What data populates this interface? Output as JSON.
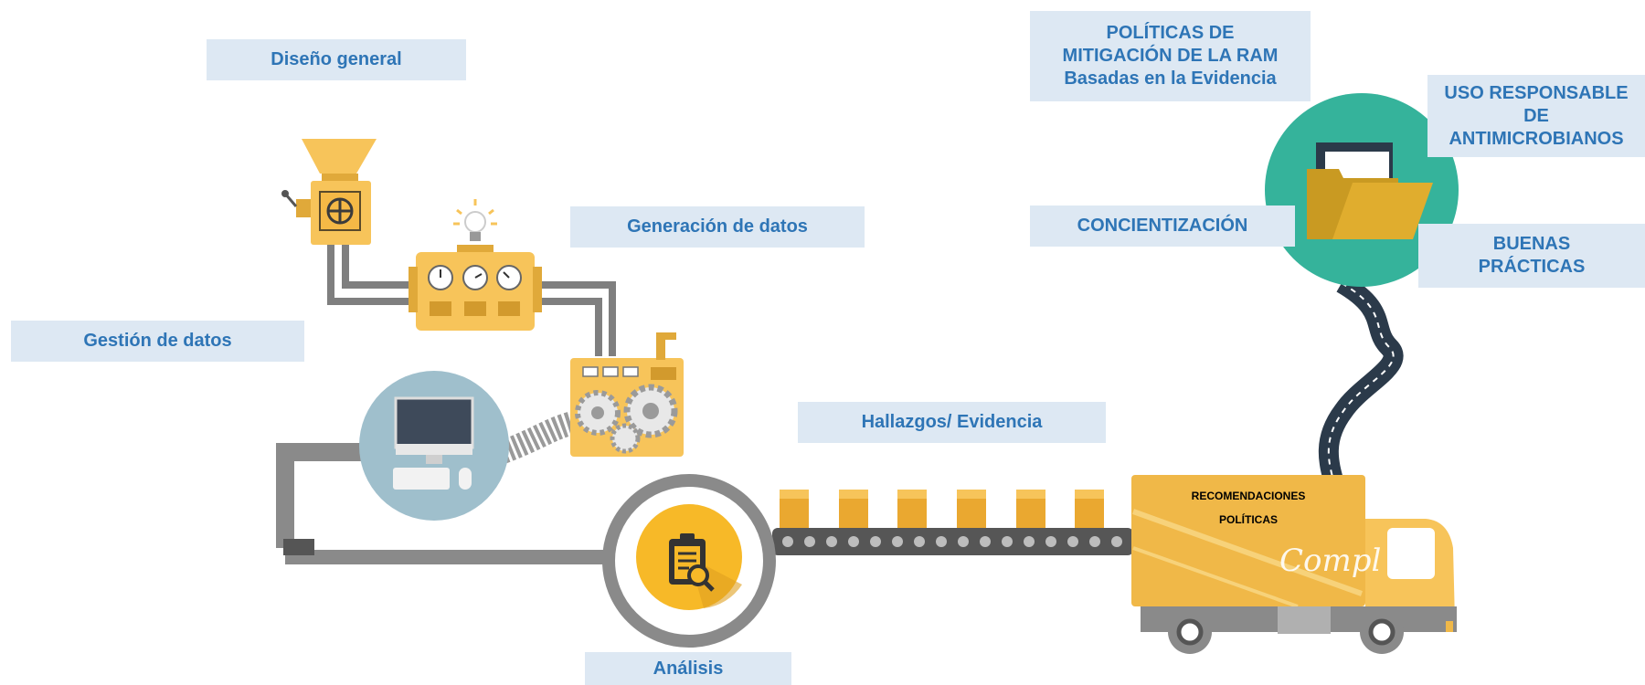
{
  "labels": {
    "diseno": "Diseño general",
    "generacion": "Generación de datos",
    "gestion": "Gestión de datos",
    "hallazgos": "Hallazgos/ Evidencia",
    "analisis": "Análisis",
    "politicas": [
      "POLÍTICAS DE",
      "MITIGACIÓN DE LA RAM",
      "Basadas en la Evidencia"
    ],
    "uso": [
      "USO RESPONSABLE",
      "DE",
      "ANTIMICROBIANOS"
    ],
    "concientizacion": "CONCIENTIZACIÓN",
    "buenas": [
      "BUENAS",
      "PRÁCTICAS"
    ]
  },
  "truck": {
    "line1": "RECOMENDACIONES",
    "line2": "POLÍTICAS",
    "script": "Compl"
  },
  "colors": {
    "label_bg": "#dde8f3",
    "label_text": "#2e75b6",
    "machine_yellow": "#f7c45a",
    "pipe_gray": "#7f7f7f",
    "teal": "#35b39b",
    "road": "#2b3a4a"
  },
  "icons": [
    "hopper-icon",
    "lightbulb-icon",
    "gauges-icon",
    "gears-icon",
    "computer-icon",
    "clipboard-search-icon",
    "folder-icon",
    "truck-icon"
  ]
}
